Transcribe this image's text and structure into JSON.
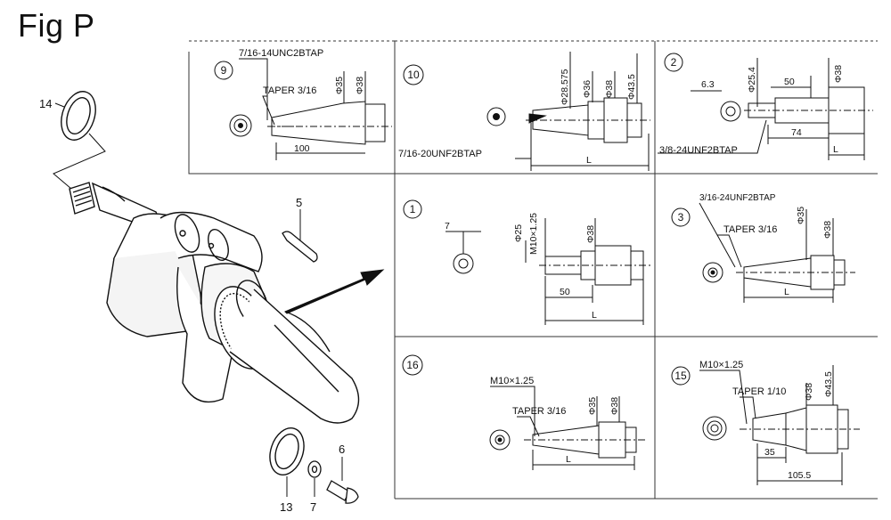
{
  "figure": {
    "title": "Fig P"
  },
  "parts": {
    "p14": "14",
    "p5": "5",
    "p13": "13",
    "p7": "7",
    "p6": "6"
  },
  "panels": {
    "p9": {
      "number": "9",
      "thread": "7/16-14UNC2BTAP",
      "taper": "TAPER 3/16",
      "d1": "Φ35",
      "d2": "Φ38",
      "len": "100"
    },
    "p10": {
      "number": "10",
      "d1": "Φ28.575",
      "d2": "Φ36",
      "d3": "Φ38",
      "d4": "Φ43.5",
      "thread": "7/16-20UNF2BTAP",
      "len": "L"
    },
    "p2": {
      "number": "2",
      "key": "6.3",
      "d1": "Φ25.4",
      "d2": "Φ38",
      "len1": "50",
      "len2": "74",
      "len3": "L",
      "thread": "3/8-24UNF2BTAP"
    },
    "p1": {
      "number": "1",
      "key": "7",
      "d1": "Φ25",
      "thread": "M10×1.25",
      "d2": "Φ38",
      "len1": "50",
      "len2": "L"
    },
    "p3": {
      "number": "3",
      "thread": "3/16-24UNF2BTAP",
      "taper": "TAPER 3/16",
      "d1": "Φ35",
      "d2": "Φ38",
      "len": "L"
    },
    "p16": {
      "number": "16",
      "thread": "M10×1.25",
      "taper": "TAPER 3/16",
      "d1": "Φ35",
      "d2": "Φ38",
      "len": "L"
    },
    "p15": {
      "number": "15",
      "thread": "M10×1.25",
      "taper": "TAPER 1/10",
      "d1": "Φ38",
      "d2": "Φ43.5",
      "len1": "35",
      "len2": "105.5"
    }
  }
}
